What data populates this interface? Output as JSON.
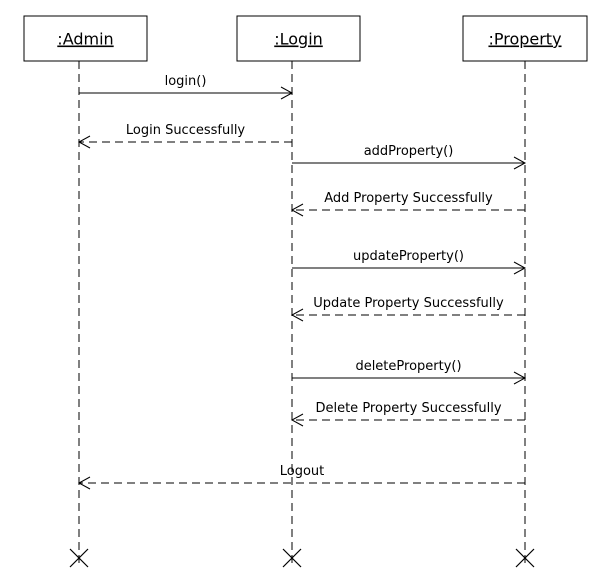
{
  "diagram": {
    "objects": [
      {
        "id": "admin",
        "label": ":Admin"
      },
      {
        "id": "login",
        "label": ":Login"
      },
      {
        "id": "property",
        "label": ":Property"
      }
    ],
    "messages": [
      {
        "from": "admin",
        "to": "login",
        "label": "login()",
        "style": "call"
      },
      {
        "from": "login",
        "to": "admin",
        "label": "Login Successfully",
        "style": "return"
      },
      {
        "from": "login",
        "to": "property",
        "label": "addProperty()",
        "style": "call"
      },
      {
        "from": "property",
        "to": "login",
        "label": "Add Property Successfully",
        "style": "return"
      },
      {
        "from": "login",
        "to": "property",
        "label": "updateProperty()",
        "style": "call"
      },
      {
        "from": "property",
        "to": "login",
        "label": "Update Property Successfully",
        "style": "return"
      },
      {
        "from": "login",
        "to": "property",
        "label": "deleteProperty()",
        "style": "call"
      },
      {
        "from": "property",
        "to": "login",
        "label": "Delete Property Successfully",
        "style": "return"
      },
      {
        "from": "property",
        "to": "admin",
        "label": "Logout",
        "style": "return"
      }
    ]
  }
}
